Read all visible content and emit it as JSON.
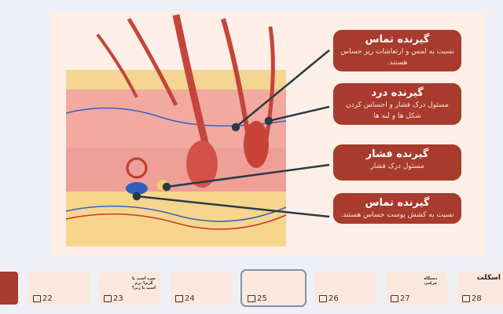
{
  "slide": {
    "boxes": [
      {
        "title": "گیرنده تماس",
        "desc": "نسبت به لمس و ارتعاشات ریز حساس هستند."
      },
      {
        "title": "گیرنده درد",
        "desc": "مسئول درک فشار و احساس کردن شکل ها و لبه ها"
      },
      {
        "title": "گیرنده فشار",
        "desc": "مسئول درک فشار"
      },
      {
        "title": "گیرنده تماس",
        "desc": "نسبت به کشش پوست حساس هستند."
      }
    ],
    "colors": {
      "box": "#a93a2e",
      "background": "#fdefe7",
      "arrow": "#2b3a44"
    }
  },
  "thumbnails": [
    {
      "num": "",
      "selected": false
    },
    {
      "num": "22",
      "selected": false
    },
    {
      "num": "23",
      "title": "سرد است یا گرم؟ نرم است یا زبر؟",
      "selected": false
    },
    {
      "num": "24",
      "selected": false
    },
    {
      "num": "25",
      "selected": true
    },
    {
      "num": "26",
      "selected": false
    },
    {
      "num": "27",
      "title": "دستگاه حرکتی",
      "selected": false
    },
    {
      "num": "28",
      "title": "اسکلت",
      "selected": false
    }
  ]
}
